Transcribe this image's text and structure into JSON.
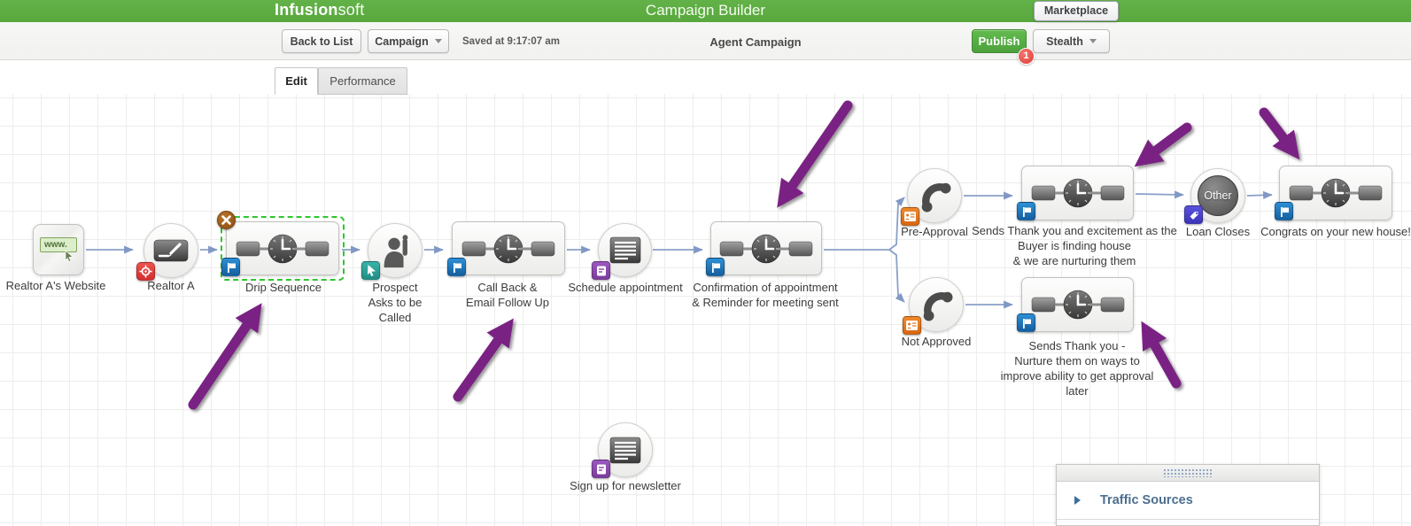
{
  "header": {
    "logo_bold": "Infusion",
    "logo_light": "soft",
    "title": "Campaign Builder",
    "marketplace_label": "Marketplace"
  },
  "toolbar": {
    "back_label": "Back to List",
    "campaign_label": "Campaign",
    "saved_text": "Saved at 9:17:07 am",
    "campaign_name": "Agent Campaign",
    "publish_label": "Publish",
    "publish_badge": "1",
    "stealth_label": "Stealth"
  },
  "tabs": {
    "edit": "Edit",
    "performance": "Performance"
  },
  "canvas": {
    "nodes": {
      "website": {
        "label": "Realtor A's Website",
        "icon_text": "www."
      },
      "realtor": {
        "label": "Realtor A"
      },
      "drip": {
        "label": "Drip Sequence"
      },
      "prospect": {
        "label": "Prospect\nAsks to be\nCalled"
      },
      "callback": {
        "label": "Call Back &\nEmail Follow Up"
      },
      "schedule": {
        "label": "Schedule appointment"
      },
      "confirmation": {
        "label": "Confirmation of appointment\n& Reminder for meeting sent"
      },
      "preapproval": {
        "label": "Pre-Approval"
      },
      "sends_excitement": {
        "label": "Sends Thank you and excitement as the\nBuyer is finding house\n& we are nurturing them"
      },
      "loan": {
        "label": "Loan Closes",
        "icon_text": "Other"
      },
      "congrats": {
        "label": "Congrats on your new house!"
      },
      "notapproved": {
        "label": "Not Approved"
      },
      "sends_nurture": {
        "label": "Sends Thank you -\nNurture them on ways to\nimprove ability to get approval\nlater"
      },
      "newsletter": {
        "label": "Sign up for newsletter"
      }
    }
  },
  "panel": {
    "traffic_sources": "Traffic Sources"
  },
  "colors": {
    "brand_green": "#5fae44",
    "publish_green": "#55ad45",
    "badge_red": "#e03c38",
    "connector_blue": "#8aa0c8",
    "annotation_purple": "#7a2083",
    "selection_green": "#2fc52f",
    "flag_blue": "#1c74bd"
  }
}
